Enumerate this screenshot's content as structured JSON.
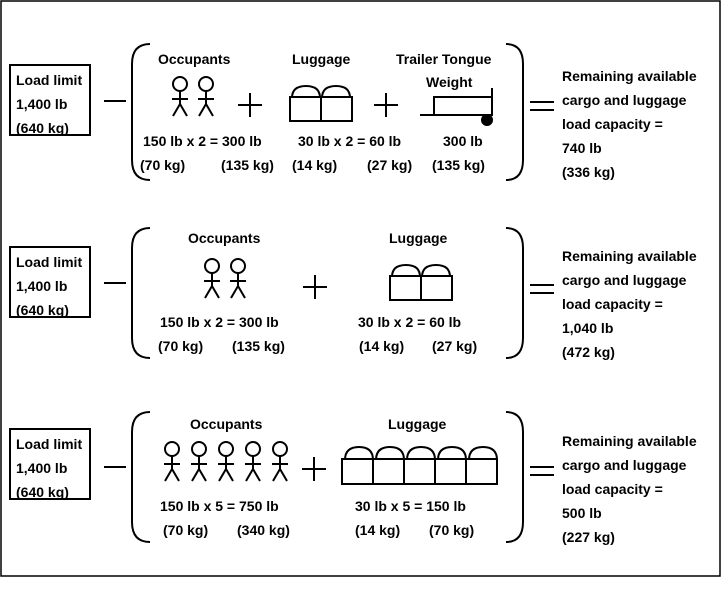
{
  "rows": [
    {
      "load_limit": {
        "title": "Load limit",
        "lb": "1,400 lb",
        "kg": "(640 kg)"
      },
      "occupants": {
        "label": "Occupants",
        "calc": "150 lb x 2 = 300 lb",
        "kg_each": "(70 kg)",
        "kg_total": "(135 kg)"
      },
      "luggage": {
        "label": "Luggage",
        "calc": "30 lb x 2 = 60 lb",
        "kg_each": "(14 kg)",
        "kg_total": "(27 kg)"
      },
      "trailer": {
        "label_line1": "Trailer Tongue",
        "label_line2": "Weight",
        "lb": "300 lb",
        "kg": "(135 kg)"
      },
      "result": {
        "line1": "Remaining available",
        "line2": "cargo and luggage",
        "line3": "load capacity =",
        "lb": "740 lb",
        "kg": "(336 kg)"
      }
    },
    {
      "load_limit": {
        "title": "Load limit",
        "lb": "1,400 lb",
        "kg": "(640 kg)"
      },
      "occupants": {
        "label": "Occupants",
        "calc": "150 lb x 2 = 300 lb",
        "kg_each": "(70 kg)",
        "kg_total": "(135 kg)"
      },
      "luggage": {
        "label": "Luggage",
        "calc": "30 lb x 2 = 60 lb",
        "kg_each": "(14 kg)",
        "kg_total": "(27 kg)"
      },
      "result": {
        "line1": "Remaining available",
        "line2": "cargo and luggage",
        "line3": "load capacity =",
        "lb": "1,040 lb",
        "kg": "(472 kg)"
      }
    },
    {
      "load_limit": {
        "title": "Load limit",
        "lb": "1,400 lb",
        "kg": "(640 kg)"
      },
      "occupants": {
        "label": "Occupants",
        "calc": "150 lb x 5 = 750 lb",
        "kg_each": "(70 kg)",
        "kg_total": "(340 kg)"
      },
      "luggage": {
        "label": "Luggage",
        "calc": "30 lb x 5 = 150 lb",
        "kg_each": "(14 kg)",
        "kg_total": "(70 kg)"
      },
      "result": {
        "line1": "Remaining available",
        "line2": "cargo and luggage",
        "line3": "load capacity =",
        "lb": "500 lb",
        "kg": "(227 kg)"
      }
    }
  ],
  "icons": {
    "occupant": "stick-figure-icon",
    "luggage": "luggage-icon",
    "trailer": "trailer-icon"
  }
}
